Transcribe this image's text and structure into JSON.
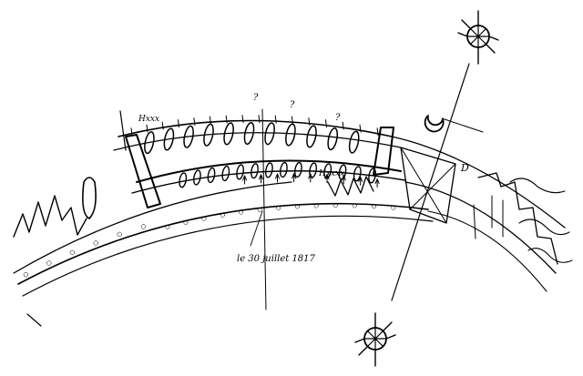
{
  "labels": {
    "top_left": "Hxxx",
    "center": "Hxxxx",
    "caption": "le 30 juillet 1817",
    "marks_q": "?",
    "right_marker": "D"
  },
  "colors": {
    "ink": "#000000",
    "paper": "#ffffff"
  },
  "icons": [
    "sun-icon-top",
    "sun-icon-bottom",
    "moon-icon"
  ]
}
